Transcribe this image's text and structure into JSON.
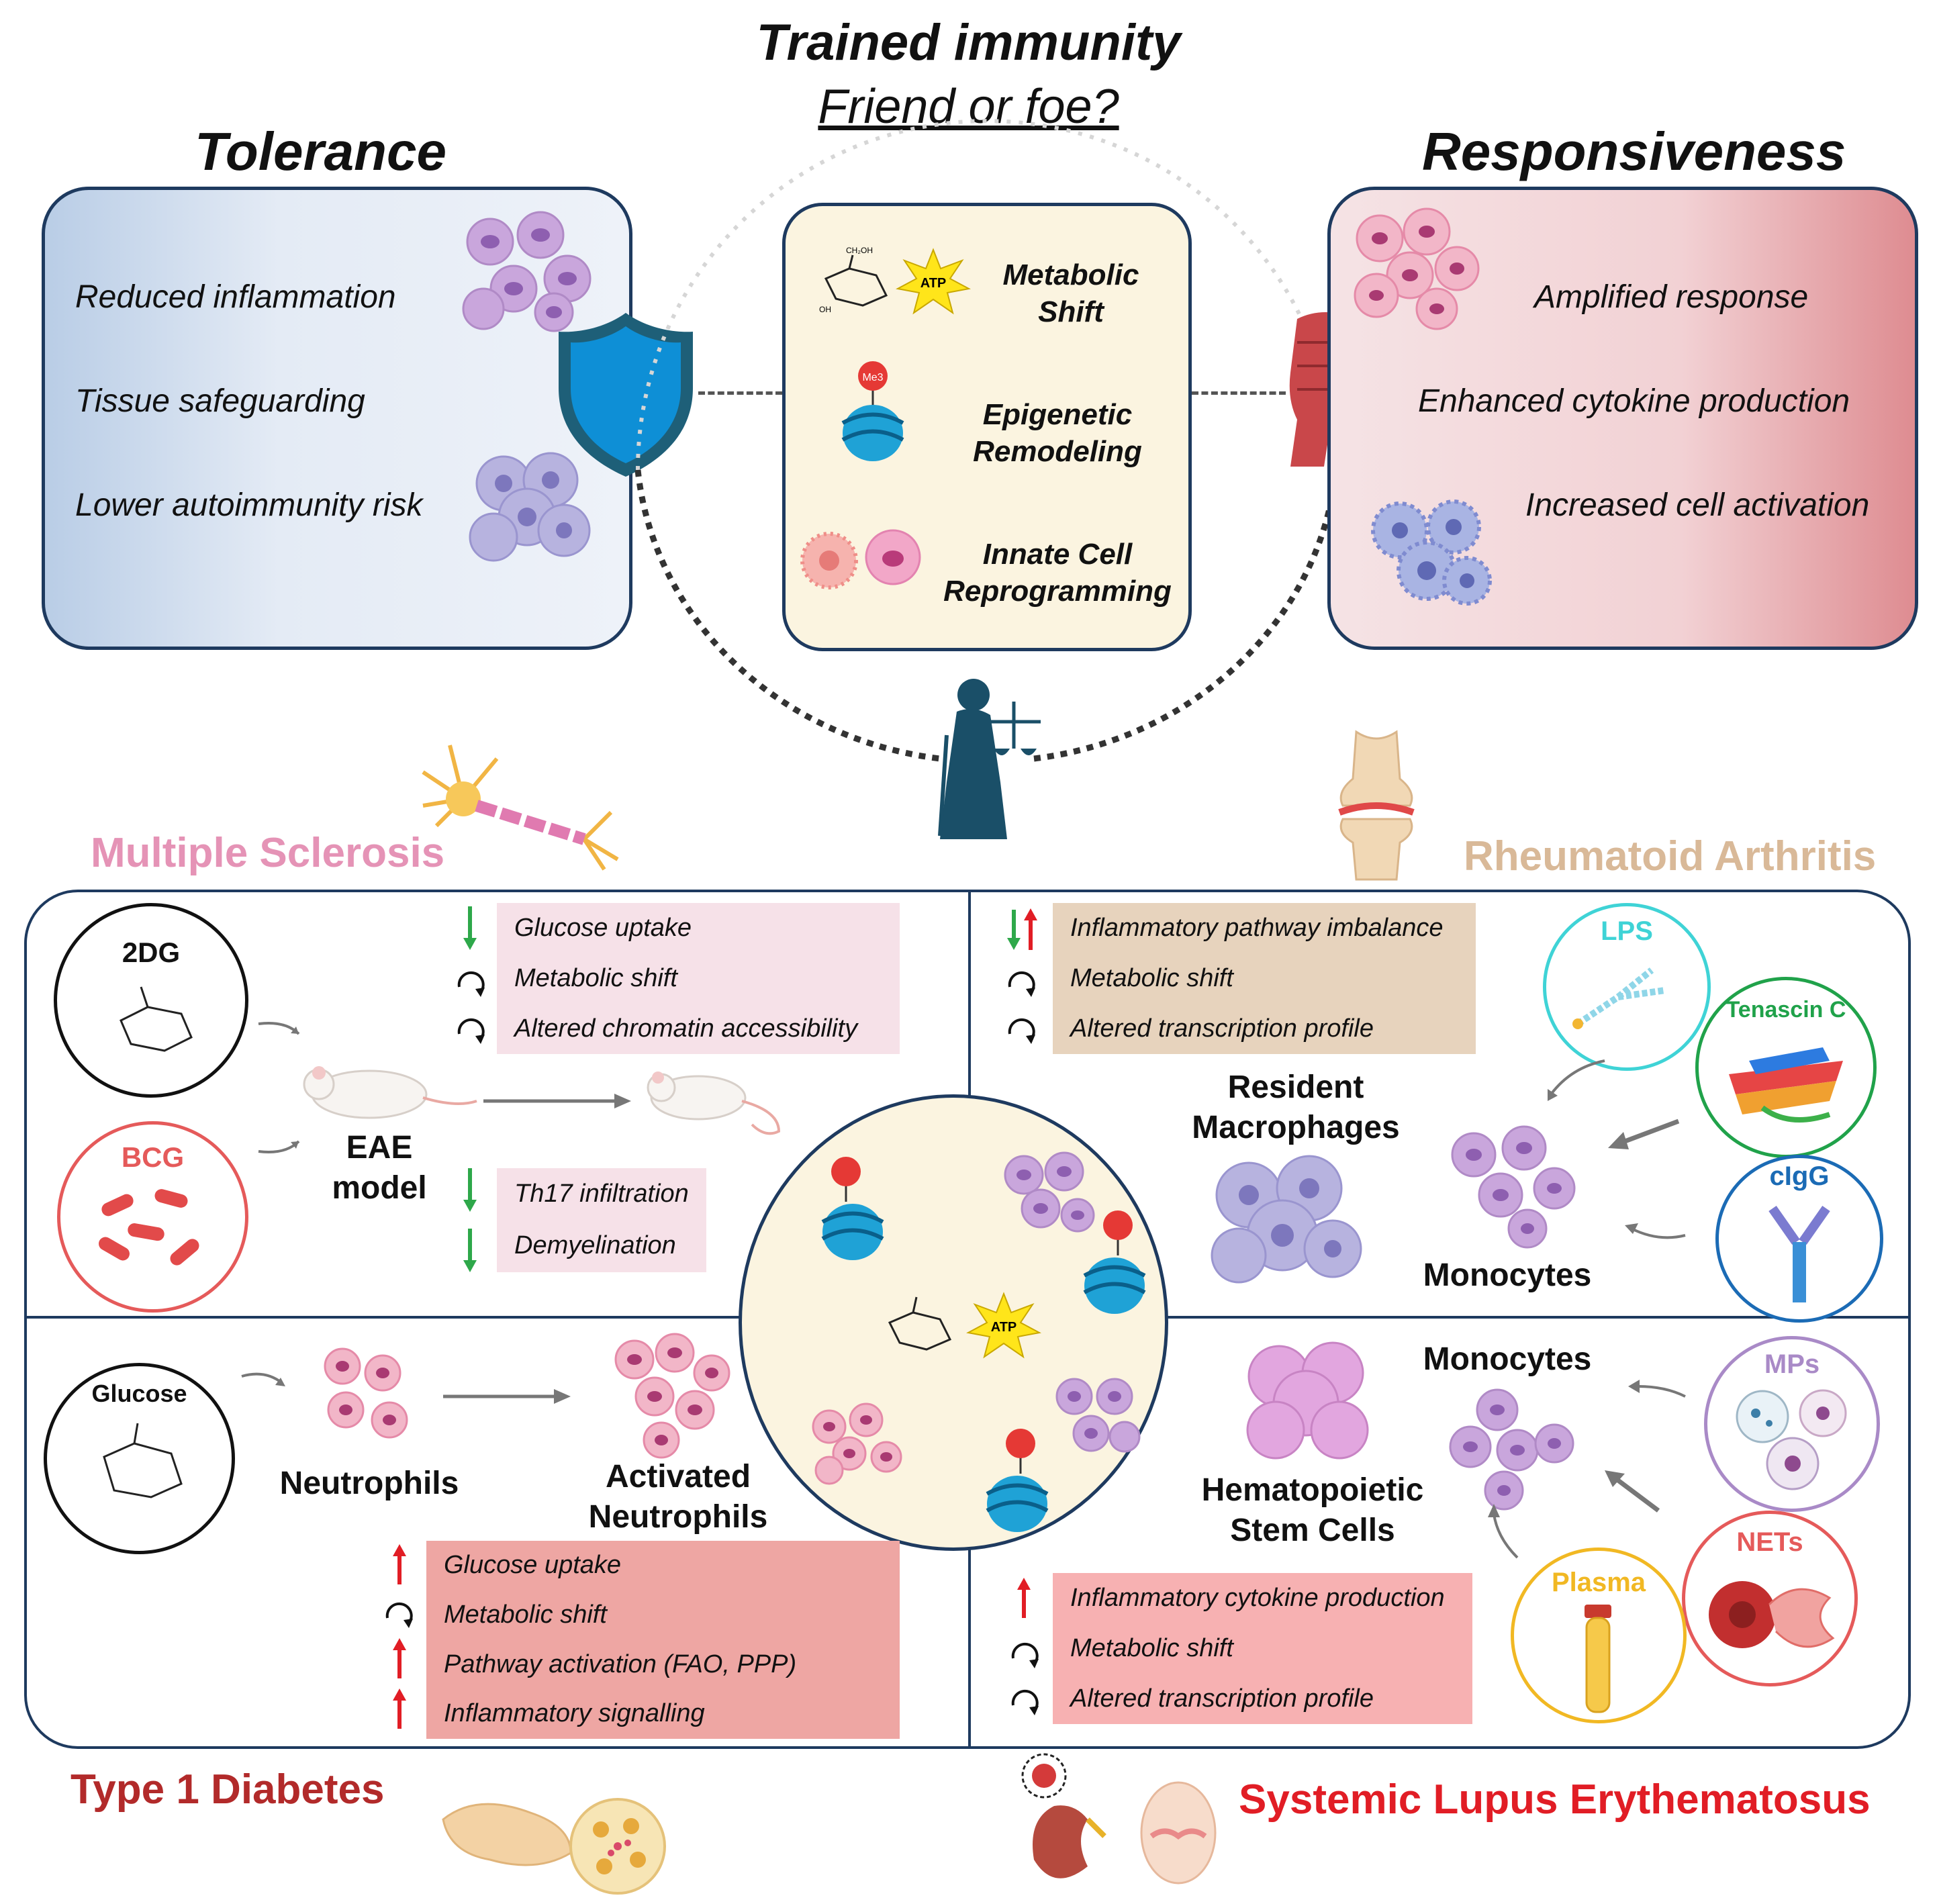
{
  "title": "Trained immunity",
  "subtitle": "Friend or foe?",
  "tolerance": {
    "title": "Tolerance",
    "items": [
      "Reduced inflammation",
      "Tissue safeguarding",
      "Lower autoimmunity risk"
    ]
  },
  "responsiveness": {
    "title": "Responsiveness",
    "items": [
      "Amplified response",
      "Enhanced cytokine production",
      "Increased cell activation"
    ]
  },
  "mechanisms": {
    "metabolic": "Metabolic Shift",
    "epigenetic": "Epigenetic Remodeling",
    "innate": "Innate Cell Reprogramming",
    "atp": "ATP",
    "me3": "Me3",
    "sugar_ch2oh": "CH₂OH",
    "sugar_oh": "OH"
  },
  "ms": {
    "name": "Multiple Sclerosis",
    "agent1": "2DG",
    "agent2": "BCG",
    "model": "EAE model",
    "notes_top": [
      "Glucose uptake",
      "Metabolic shift",
      "Altered chromatin accessibility"
    ],
    "notes_bottom": [
      "Th17 infiltration",
      "Demyelination"
    ],
    "color": "#e593b6"
  },
  "ra": {
    "name": "Rheumatoid Arthritis",
    "notes": [
      "Inflammatory pathway imbalance",
      "Metabolic shift",
      "Altered transcription profile"
    ],
    "cells1": "Resident Macrophages",
    "cells2": "Monocytes",
    "stim": [
      "LPS",
      "Tenascin C",
      "cIgG"
    ],
    "color": "#d9b998"
  },
  "t1d": {
    "name": "Type 1 Diabetes",
    "agent": "Glucose",
    "cells1": "Neutrophils",
    "cells2": "Activated Neutrophils",
    "notes": [
      "Glucose uptake",
      "Metabolic shift",
      "Pathway activation (FAO, PPP)",
      "Inflammatory signalling"
    ],
    "color": "#b22a2a"
  },
  "sle": {
    "name": "Systemic Lupus Erythematosus",
    "cells1": "Monocytes",
    "cells2": "Hematopoietic Stem Cells",
    "stim": [
      "MPs",
      "NETs",
      "Plasma"
    ],
    "notes": [
      "Inflammatory cytokine production",
      "Metabolic shift",
      "Altered transcription profile"
    ],
    "color": "#e11d25"
  }
}
